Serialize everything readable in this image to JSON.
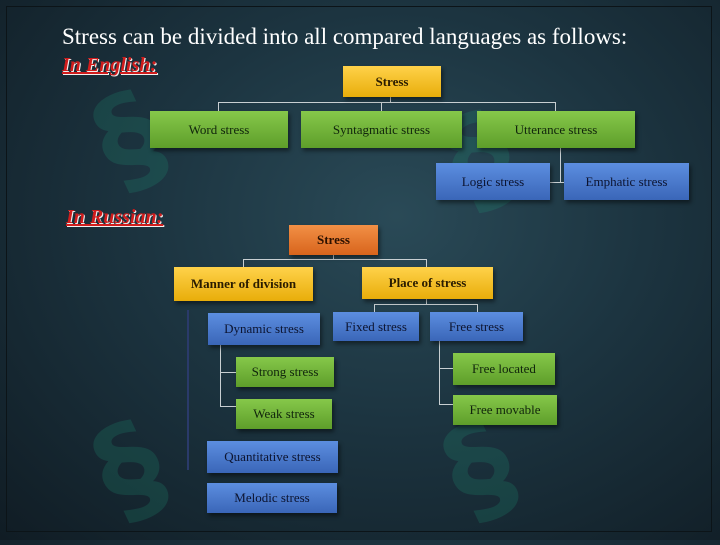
{
  "title": "Stress can be divided into all compared languages as follows:",
  "english": {
    "label": "In English:",
    "root": "Stress",
    "children": [
      "Word stress",
      "Syntagmatic stress",
      "Utterance stress"
    ],
    "utterance_children": [
      "Logic stress",
      "Emphatic stress"
    ]
  },
  "russian": {
    "label": "In Russian:",
    "root": "Stress",
    "manner": "Manner of division",
    "place": "Place of stress",
    "dynamic": "Dynamic stress",
    "strong": "Strong stress",
    "weak": "Weak stress",
    "quantitative": "Quantitative stress",
    "melodic": "Melodic stress",
    "fixed": "Fixed stress",
    "free": "Free stress",
    "free_located": "Free located",
    "free_movable": "Free movable"
  },
  "colors": {
    "yellow": "#f5c02a",
    "green": "#74b43c",
    "blue": "#4a7ace",
    "orange": "#e87a30",
    "label_red": "#d01c1c"
  }
}
